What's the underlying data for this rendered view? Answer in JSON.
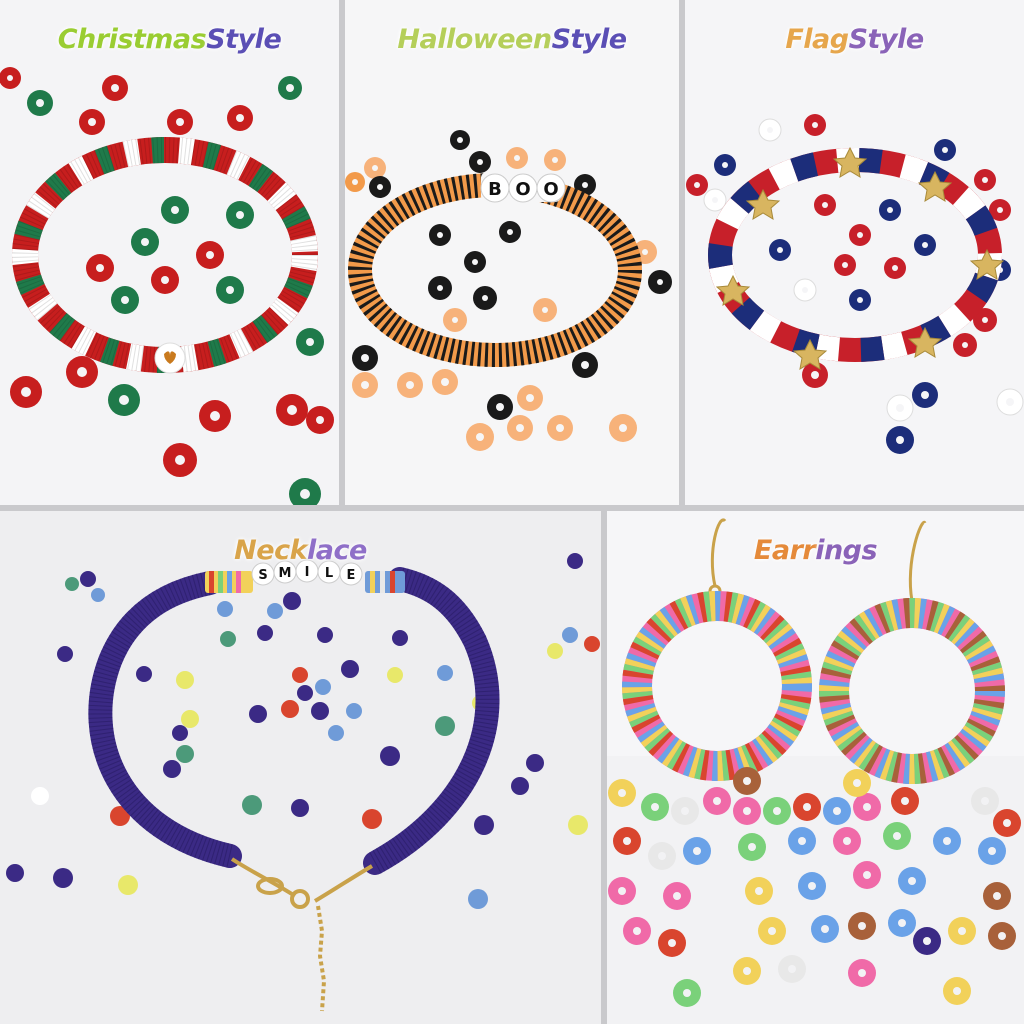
{
  "panels": [
    {
      "title_part1": "Christmas ",
      "title_part2": "Style",
      "part1_color": "#9acd32",
      "part2_color": "#6a4fb0"
    },
    {
      "title_part1": "Halloween ",
      "title_part2": "Style",
      "part1_color": "#b5cf5a",
      "part2_color": "#6a4fb0"
    },
    {
      "title_part1": "Flag ",
      "title_part2": "Style",
      "part1_color": "#e6a64c",
      "part2_color": "#8a63b8"
    },
    {
      "title_part1": "Neck",
      "title_part2": "lace",
      "part1_color": "#d9a44a",
      "part2_color": "#8f6fc8"
    },
    {
      "title_part1": "Earr",
      "title_part2": "ings",
      "part1_color": "#e58a3a",
      "part2_color": "#8a63b8"
    }
  ],
  "bead_letters": {
    "halloween": [
      "B",
      "O",
      "O"
    ],
    "necklace": [
      "S",
      "M",
      "I",
      "L",
      "E"
    ]
  },
  "colors": {
    "christmas": [
      "#c71e1e",
      "#1f7a4a",
      "#ffffff"
    ],
    "halloween": [
      "#f29a4a",
      "#1a1a1a",
      "#f7b27a"
    ],
    "flag": [
      "#c7202a",
      "#1c2d7a",
      "#ffffff",
      "#d8b560"
    ],
    "necklace": [
      "#3b2a85",
      "#e8e86a",
      "#6f9bd8",
      "#d9452e",
      "#4c9a7a"
    ],
    "earrings": [
      "#f06aa8",
      "#7ad17a",
      "#f2d15a",
      "#6aa2e8",
      "#a8613a",
      "#e8e8e8"
    ]
  }
}
